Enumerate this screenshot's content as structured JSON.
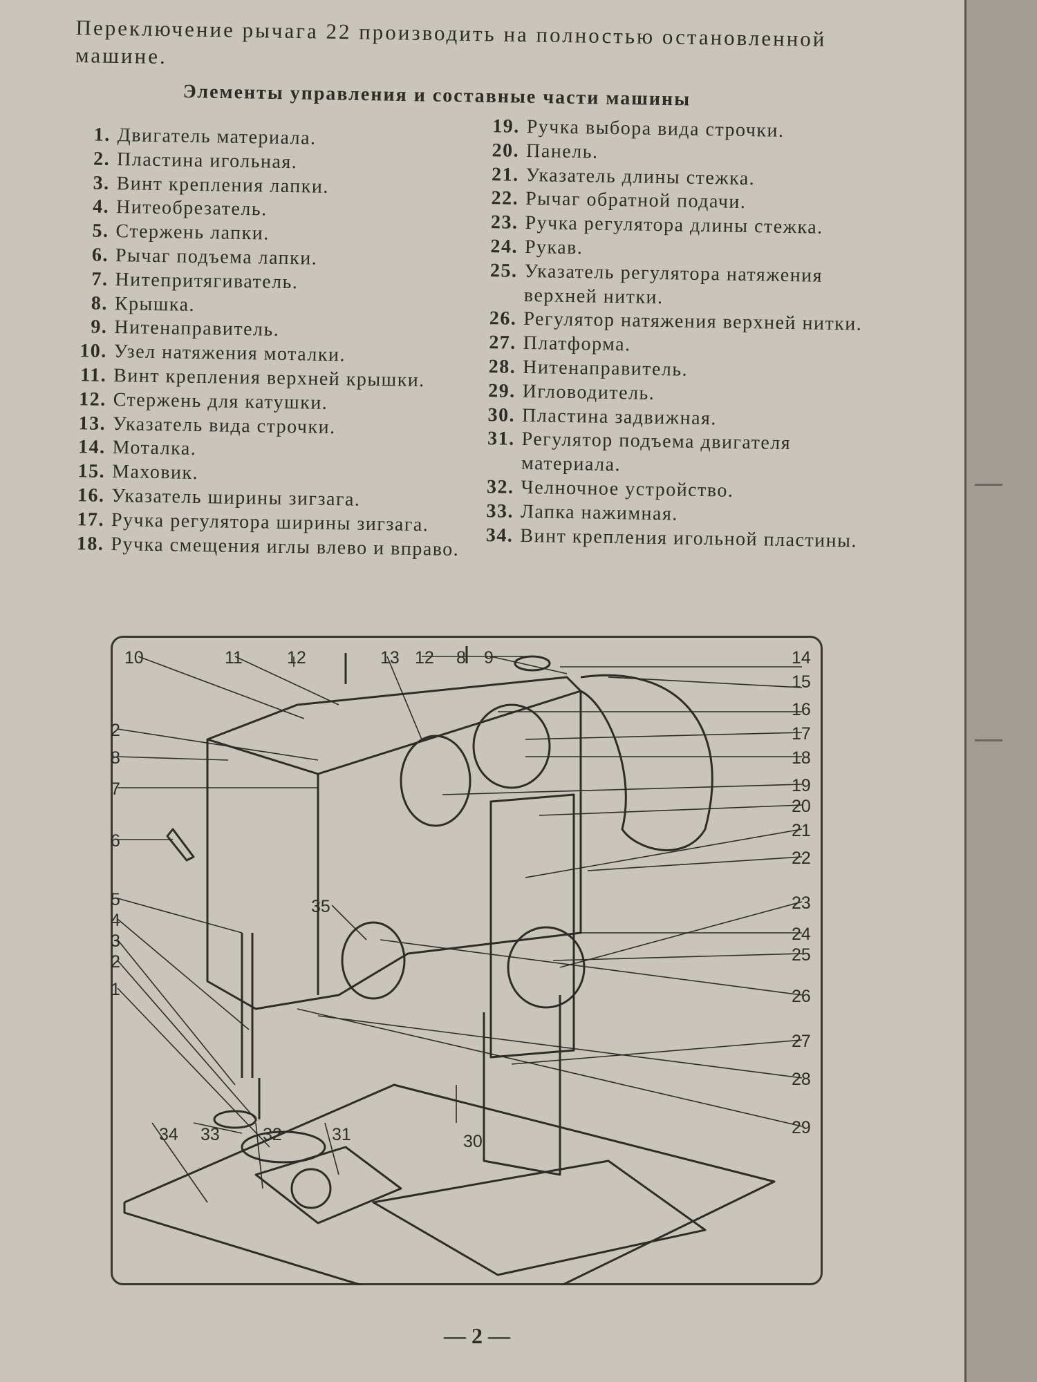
{
  "intro_text": "Переключение рычага 22 производить на полностью остановленной машине.",
  "heading": "Элементы управления и составные части машины",
  "left_column": [
    {
      "num": "1.",
      "text": "Двигатель материала."
    },
    {
      "num": "2.",
      "text": "Пластина игольная."
    },
    {
      "num": "3.",
      "text": "Винт крепления лапки."
    },
    {
      "num": "4.",
      "text": "Нитеобрезатель."
    },
    {
      "num": "5.",
      "text": "Стержень лапки."
    },
    {
      "num": "6.",
      "text": "Рычаг подъема лапки."
    },
    {
      "num": "7.",
      "text": "Нитепритягиватель."
    },
    {
      "num": "8.",
      "text": "Крышка."
    },
    {
      "num": "9.",
      "text": "Нитенаправитель."
    },
    {
      "num": "10.",
      "text": "Узел натяжения моталки."
    },
    {
      "num": "11.",
      "text": "Винт крепления верхней крышки."
    },
    {
      "num": "12.",
      "text": "Стержень для катушки."
    },
    {
      "num": "13.",
      "text": "Указатель вида строчки."
    },
    {
      "num": "14.",
      "text": "Моталка."
    },
    {
      "num": "15.",
      "text": "Маховик."
    },
    {
      "num": "16.",
      "text": "Указатель ширины зигзага."
    },
    {
      "num": "17.",
      "text": "Ручка регулятора ширины зигзага."
    },
    {
      "num": "18.",
      "text": "Ручка смещения иглы влево и вправо."
    }
  ],
  "right_column": [
    {
      "num": "19.",
      "text": "Ручка выбора вида строчки."
    },
    {
      "num": "20.",
      "text": "Панель."
    },
    {
      "num": "21.",
      "text": "Указатель длины стежка."
    },
    {
      "num": "22.",
      "text": "Рычаг обратной подачи."
    },
    {
      "num": "23.",
      "text": "Ручка регулятора длины стежка."
    },
    {
      "num": "24.",
      "text": "Рукав."
    },
    {
      "num": "25.",
      "text": "Указатель регулятора натяжения верхней нитки."
    },
    {
      "num": "26.",
      "text": "Регулятор натяжения верхней нитки."
    },
    {
      "num": "27.",
      "text": "Платформа."
    },
    {
      "num": "28.",
      "text": "Нитенаправитель."
    },
    {
      "num": "29.",
      "text": "Игловодитель."
    },
    {
      "num": "30.",
      "text": "Пластина задвижная."
    },
    {
      "num": "31.",
      "text": "Регулятор подъема двигателя материала."
    },
    {
      "num": "32.",
      "text": "Челночное устройство."
    },
    {
      "num": "33.",
      "text": "Лапка нажимная."
    },
    {
      "num": "34.",
      "text": "Винт крепления игольной пластины."
    }
  ],
  "figure_labels": {
    "top": [
      "10",
      "11",
      "12",
      "13",
      "12",
      "8",
      "9"
    ],
    "left": [
      "2",
      "8",
      "7",
      "6",
      "5",
      "4",
      "3",
      "2",
      "1"
    ],
    "right": [
      "14",
      "15",
      "16",
      "17",
      "18",
      "19",
      "20",
      "21",
      "22",
      "23",
      "24",
      "25",
      "26",
      "27",
      "28",
      "29"
    ],
    "bottom": [
      "34",
      "33",
      "32",
      "31",
      "30"
    ],
    "center": "35"
  },
  "page_number": "— 2 —"
}
